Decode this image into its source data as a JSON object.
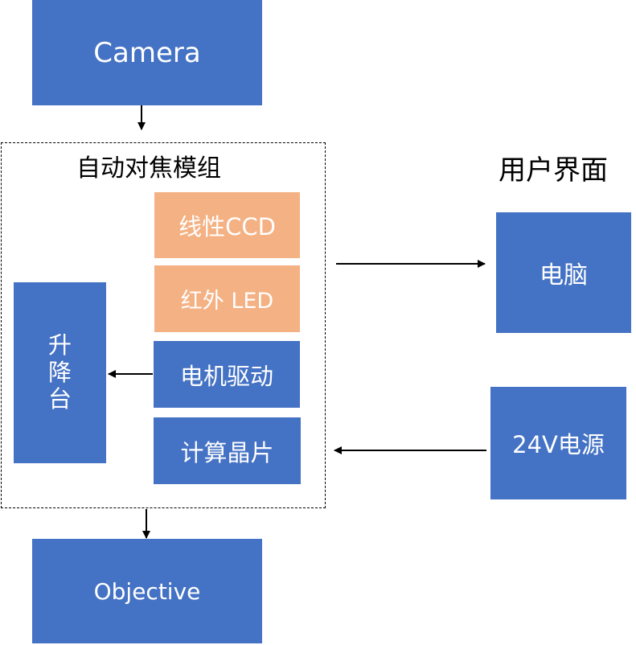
{
  "nodes": {
    "camera": "Camera",
    "module_title": "自动对焦模组",
    "linear_ccd": "线性CCD",
    "ir_led": "红外 LED",
    "motor_driver": "电机驱动",
    "compute_chip": "计算晶片",
    "lift_stage": [
      "升",
      "降",
      "台"
    ],
    "ui_title": "用户界面",
    "computer": "电脑",
    "power": "24V电源",
    "objective": "Objective"
  },
  "colors": {
    "blue": "#4472c4",
    "orange": "#f4b183"
  }
}
